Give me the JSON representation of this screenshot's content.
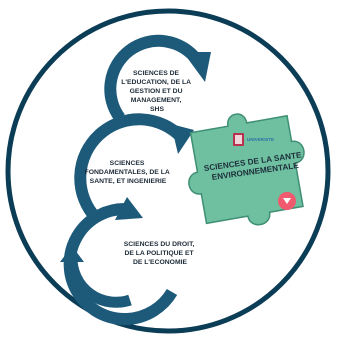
{
  "colors": {
    "background": "#ffffff",
    "circle_border": "#0c3d56",
    "circle_fill": "#ffffff",
    "arrow": "#1d5a7a",
    "text": "#1d2b38",
    "puzzle_fill": "#6fbfa1",
    "puzzle_stroke": "#3f8f74",
    "logo_accent": "#b8324f"
  },
  "blocks": [
    {
      "lines": [
        "SCIENCES DE",
        "L'EDUCATION, DE LA",
        "GESTION ET DU",
        "MANAGEMENT,",
        "SHS"
      ]
    },
    {
      "lines": [
        "SCIENCES",
        "FONDAMENTALES, DE LA",
        "SANTE, ET INGENIERIE"
      ]
    },
    {
      "lines": [
        "SCIENCES DU DROIT,",
        "DE LA POLITIQUE ET",
        "DE L'ECONOMIE"
      ]
    }
  ],
  "puzzle": {
    "lines": [
      "SCIENCES DE LA SANTE",
      "ENVIRONNEMENTALE"
    ],
    "logo_text": "UNIVERSITE",
    "icon": "heart-map-icon"
  },
  "icons": {
    "arrow_top": "curved-arrow-icon",
    "arrow_middle": "curved-arrow-icon",
    "arrow_bottom": "curved-arrow-icon"
  }
}
